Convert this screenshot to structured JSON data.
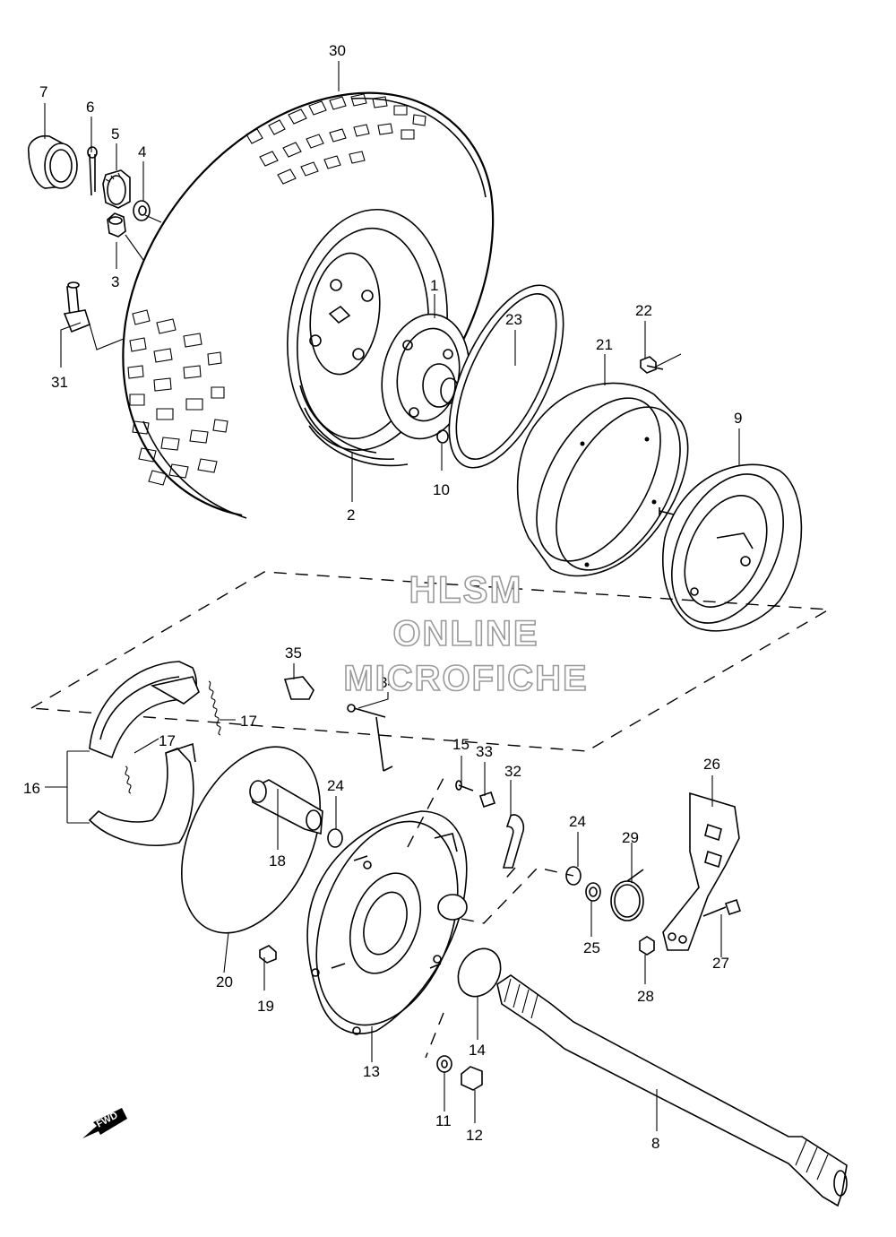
{
  "watermark": {
    "line1": "HLSM",
    "line2": "ONLINE",
    "line3": "MICROFICHE"
  },
  "direction_tag": "FWD",
  "callouts": [
    {
      "key": "c30",
      "label": "30"
    },
    {
      "key": "c7",
      "label": "7"
    },
    {
      "key": "c6",
      "label": "6"
    },
    {
      "key": "c5",
      "label": "5"
    },
    {
      "key": "c4",
      "label": "4"
    },
    {
      "key": "c3",
      "label": "3"
    },
    {
      "key": "c31",
      "label": "31"
    },
    {
      "key": "c1",
      "label": "1"
    },
    {
      "key": "c23",
      "label": "23"
    },
    {
      "key": "c21",
      "label": "21"
    },
    {
      "key": "c22",
      "label": "22"
    },
    {
      "key": "c9",
      "label": "9"
    },
    {
      "key": "c10",
      "label": "10"
    },
    {
      "key": "c2",
      "label": "2"
    },
    {
      "key": "c35",
      "label": "35"
    },
    {
      "key": "c34",
      "label": "34"
    },
    {
      "key": "c17a",
      "label": "17"
    },
    {
      "key": "c17b",
      "label": "17"
    },
    {
      "key": "c16",
      "label": "16"
    },
    {
      "key": "c15",
      "label": "15"
    },
    {
      "key": "c33",
      "label": "33"
    },
    {
      "key": "c32",
      "label": "32"
    },
    {
      "key": "c26",
      "label": "26"
    },
    {
      "key": "c24a",
      "label": "24"
    },
    {
      "key": "c24b",
      "label": "24"
    },
    {
      "key": "c29",
      "label": "29"
    },
    {
      "key": "c18",
      "label": "18"
    },
    {
      "key": "c25",
      "label": "25"
    },
    {
      "key": "c27",
      "label": "27"
    },
    {
      "key": "c28",
      "label": "28"
    },
    {
      "key": "c20",
      "label": "20"
    },
    {
      "key": "c19",
      "label": "19"
    },
    {
      "key": "c13",
      "label": "13"
    },
    {
      "key": "c14",
      "label": "14"
    },
    {
      "key": "c11",
      "label": "11"
    },
    {
      "key": "c12",
      "label": "12"
    },
    {
      "key": "c8",
      "label": "8"
    }
  ]
}
